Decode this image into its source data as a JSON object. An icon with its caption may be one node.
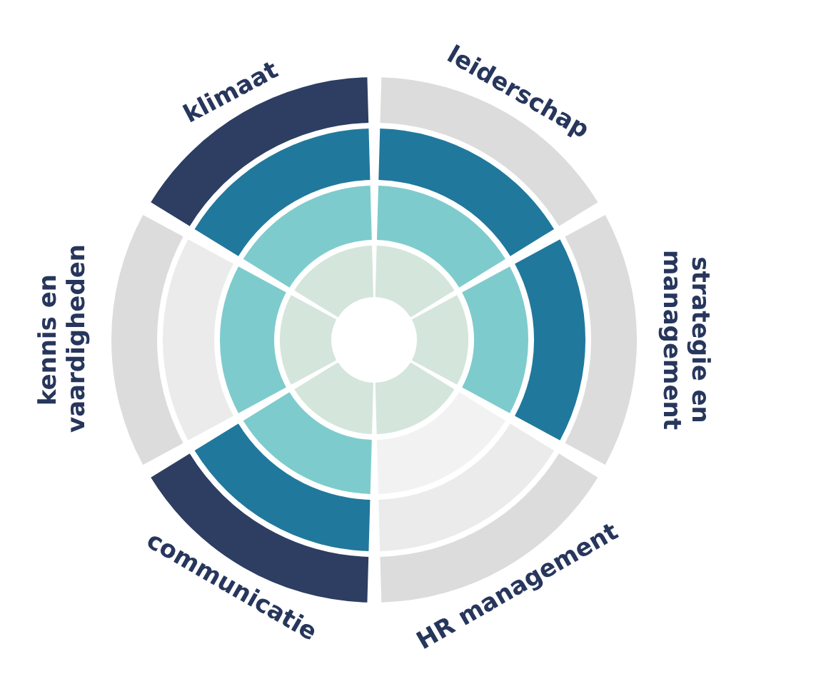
{
  "diagram": {
    "nodes": [
      {
        "text": [
          "klimaat"
        ]
      },
      {
        "text": [
          "leiderschap"
        ]
      },
      {
        "text": [
          "strategie en management"
        ]
      },
      {
        "text": [
          "HR management"
        ]
      },
      {
        "text": [
          "communicatie"
        ]
      },
      {
        "text": [
          "kennis en vaardigheden"
        ]
      }
    ]
  }
}
